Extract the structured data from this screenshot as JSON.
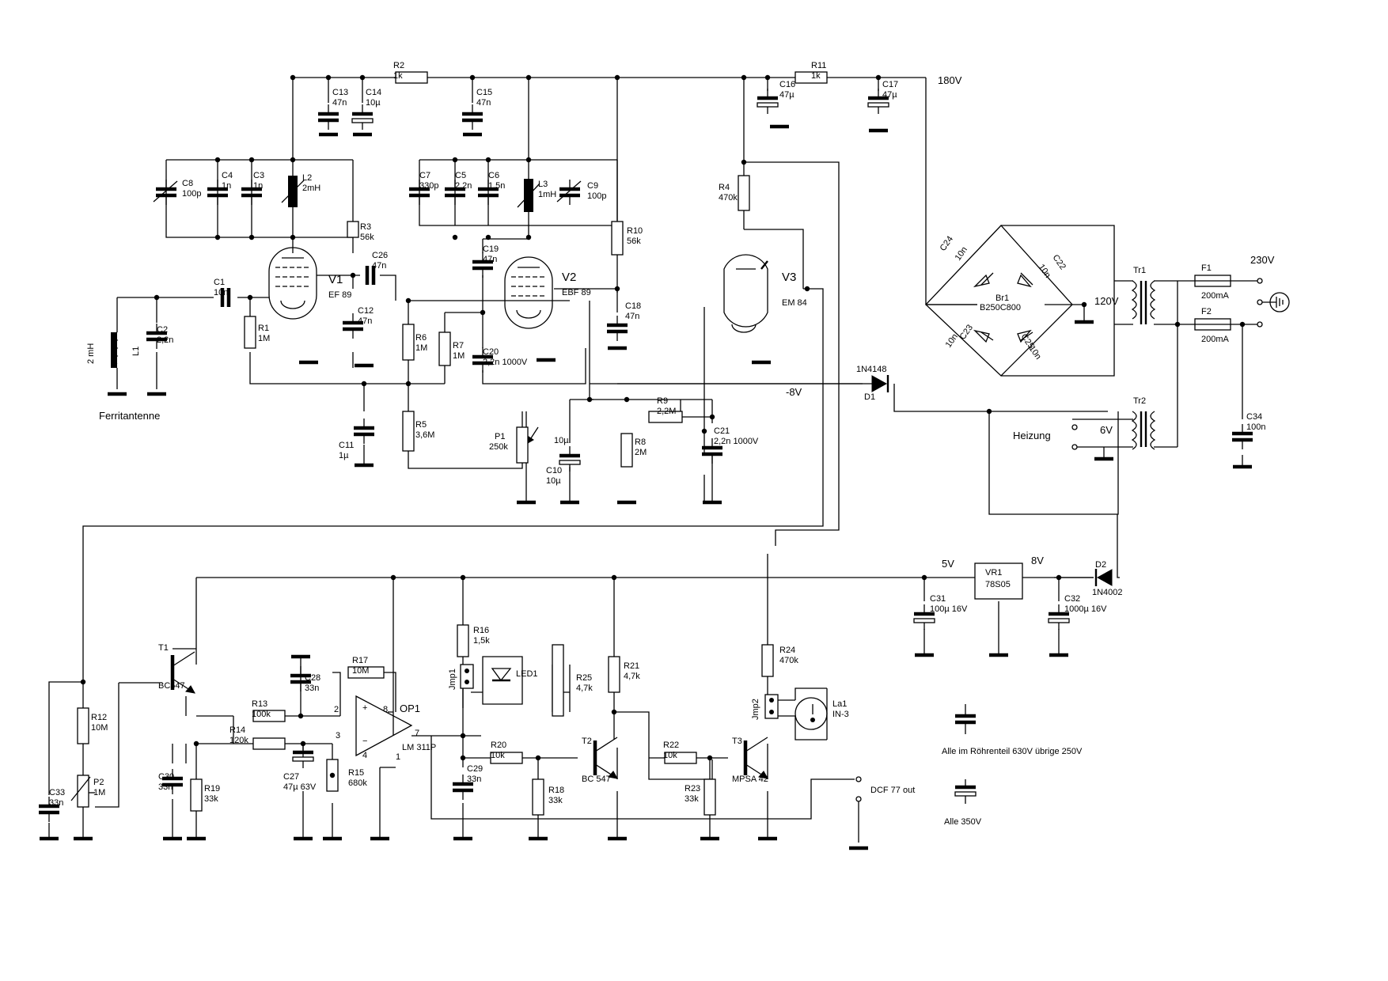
{
  "schematic": {
    "rails": {
      "hv": "180V",
      "neg": "-8V",
      "five": "5V",
      "eight": "8V",
      "mains": "230V",
      "sec_hv": "120V",
      "sec_heat": "6V"
    },
    "antenna": {
      "l1_ref": "L1",
      "l1_val": "2 mH",
      "label": "Ferritantenne"
    },
    "labels": {
      "heizung": "Heizung",
      "dcf_out": "DCF 77 out"
    },
    "notes": {
      "note1": "Alle im Röhrenteil 630V übrige 250V",
      "note2": "Alle 350V"
    },
    "components": {
      "R1": [
        "R1",
        "1M"
      ],
      "R2": [
        "R2",
        "1k"
      ],
      "R3": [
        "R3",
        "56k"
      ],
      "R4": [
        "R4",
        "470k"
      ],
      "R5": [
        "R5",
        "3,6M"
      ],
      "R6": [
        "R6",
        "1M"
      ],
      "R7": [
        "R7",
        "1M"
      ],
      "R8": [
        "R8",
        "2M"
      ],
      "R9": [
        "R9",
        "2,2M"
      ],
      "R10": [
        "R10",
        "56k"
      ],
      "R11": [
        "R11",
        "1k"
      ],
      "R12": [
        "R12",
        "10M"
      ],
      "R13": [
        "R13",
        "100k"
      ],
      "R14": [
        "R14",
        "120k"
      ],
      "R15": [
        "R15",
        "680k"
      ],
      "R16": [
        "R16",
        "1,5k"
      ],
      "R17": [
        "R17",
        "10M"
      ],
      "R18": [
        "R18",
        "33k"
      ],
      "R19": [
        "R19",
        "33k"
      ],
      "R20": [
        "R20",
        "10k"
      ],
      "R21": [
        "R21",
        "4,7k"
      ],
      "R22": [
        "R22",
        "10k"
      ],
      "R23": [
        "R23",
        "33k"
      ],
      "R24": [
        "R24",
        "470k"
      ],
      "R25": [
        "R25",
        "4,7k"
      ],
      "C1": [
        "C1",
        "10n"
      ],
      "C2": [
        "C2",
        "2,2n"
      ],
      "C3": [
        "C3",
        "1n"
      ],
      "C4": [
        "C4",
        "1n"
      ],
      "C5": [
        "C5",
        "2,2n"
      ],
      "C6": [
        "C6",
        "1,5n"
      ],
      "C7": [
        "C7",
        "330p"
      ],
      "C8": [
        "C8",
        "100p"
      ],
      "C9": [
        "C9",
        "100p"
      ],
      "C10": [
        "C10",
        "10µ"
      ],
      "C11": [
        "C11",
        "1µ"
      ],
      "C12": [
        "C12",
        "47n"
      ],
      "C13": [
        "C13",
        "47n"
      ],
      "C14": [
        "C14",
        "10µ"
      ],
      "C15": [
        "C15",
        "47n"
      ],
      "C16": [
        "C16",
        "47µ"
      ],
      "C17": [
        "C17",
        "47µ"
      ],
      "C18": [
        "C18",
        "47n"
      ],
      "C19": [
        "C19",
        "47n"
      ],
      "C20": [
        "C20",
        "2,2n 1000V"
      ],
      "C21": [
        "C21",
        "2,2n 1000V"
      ],
      "C22": [
        "C22",
        "10n"
      ],
      "C23": [
        "C23",
        "10n"
      ],
      "C24": [
        "C24",
        "10n"
      ],
      "C25": [
        "C25",
        "10n"
      ],
      "C26": [
        "C26",
        "47n"
      ],
      "C27": [
        "C27",
        "47µ 63V"
      ],
      "C28": [
        "C28",
        "33n"
      ],
      "C29": [
        "C29",
        "33n"
      ],
      "C30": [
        "C30",
        "33n"
      ],
      "C31": [
        "C31",
        "100µ 16V"
      ],
      "C32": [
        "C32",
        "1000µ 16V"
      ],
      "C33": [
        "C33",
        "33n"
      ],
      "C34": [
        "C34",
        "100n"
      ],
      "L2": [
        "L2",
        "2mH"
      ],
      "L3": [
        "L3",
        "1mH"
      ],
      "P1": [
        "P1",
        "250k"
      ],
      "P2": [
        "P2",
        "1M"
      ],
      "V1": [
        "V1",
        "EF 89"
      ],
      "V2": [
        "V2",
        "EBF 89"
      ],
      "V3": [
        "V3",
        "EM 84"
      ],
      "T1": [
        "T1",
        "BC547"
      ],
      "T2": [
        "T2",
        "BC 547"
      ],
      "T3": [
        "T3",
        "MPSA 42"
      ],
      "OP1": [
        "OP1",
        "LM 311P"
      ],
      "VR1": [
        "VR1",
        "78S05"
      ],
      "D1": [
        "D1",
        "1N4148"
      ],
      "D2": [
        "D2",
        "1N4002"
      ],
      "Br1": [
        "Br1",
        "B250C800"
      ],
      "F1": [
        "F1",
        "200mA"
      ],
      "F2": [
        "F2",
        "200mA"
      ],
      "Tr1": [
        "Tr1",
        ""
      ],
      "Tr2": [
        "Tr2",
        ""
      ],
      "LED1": [
        "LED1",
        ""
      ],
      "La1": [
        "La1",
        "IN-3"
      ],
      "Jmp1": [
        "Jmp1",
        ""
      ],
      "Jmp2": [
        "Jmp2",
        ""
      ]
    },
    "opamp_pins": {
      "p2": "2",
      "p3": "3",
      "p4": "4",
      "p7": "7",
      "p8": "8",
      "p1": "1",
      "plus": "+",
      "minus": "−"
    }
  }
}
